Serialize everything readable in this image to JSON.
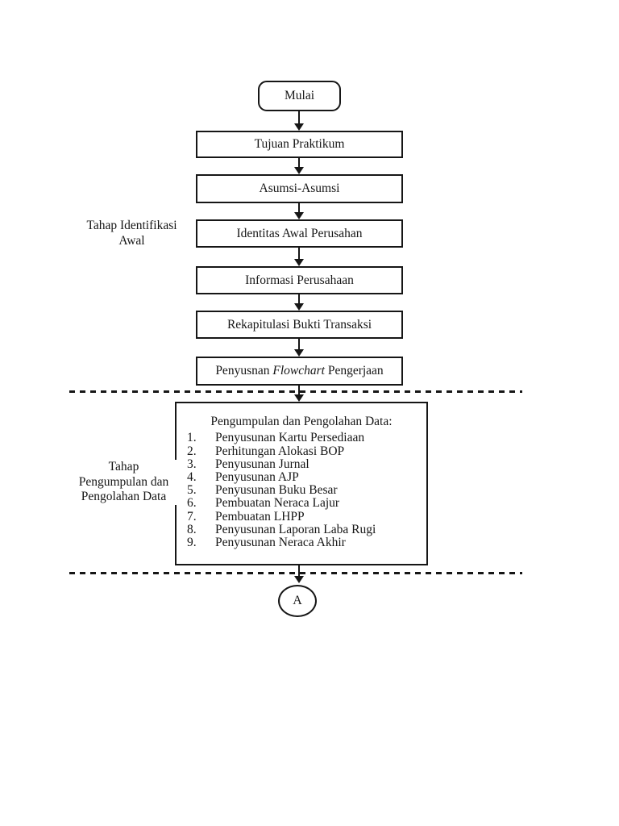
{
  "page": {
    "background": "#ffffff",
    "ink": "#161616"
  },
  "flowchart": {
    "terminator": {
      "label": "Mulai"
    },
    "steps": [
      {
        "label": "Tujuan Praktikum"
      },
      {
        "label": "Asumsi-Asumsi"
      },
      {
        "label": "Identitas Awal Perusahan"
      },
      {
        "label": "Informasi Perusahaan"
      },
      {
        "label": "Rekapitulasi Bukti Transaksi"
      }
    ],
    "flowchart_step": {
      "prefix": "Penyusnan ",
      "italic": "Flowchart",
      "suffix": " Pengerjaan"
    },
    "stage_labels": [
      {
        "line1": "Tahap Identifikasi",
        "line2": "Awal"
      },
      {
        "line1": "Tahap",
        "line2": "Pengumpulan dan",
        "line3": "Pengolahan Data"
      }
    ],
    "process_box": {
      "title": "Pengumpulan dan Pengolahan Data:",
      "items": [
        {
          "num": "1.",
          "text": "Penyusunan Kartu Persediaan"
        },
        {
          "num": "2.",
          "text": "Perhitungan Alokasi BOP"
        },
        {
          "num": "3.",
          "text": "Penyusunan Jurnal"
        },
        {
          "num": "4.",
          "text": "Penyusunan AJP"
        },
        {
          "num": "5.",
          "text": "Penyusunan Buku Besar"
        },
        {
          "num": "6.",
          "text": "Pembuatan Neraca Lajur"
        },
        {
          "num": "7.",
          "text": "Pembuatan LHPP"
        },
        {
          "num": "8.",
          "text": "Penyusunan Laporan Laba Rugi"
        },
        {
          "num": "9.",
          "text": "Penyusunan Neraca Akhir"
        }
      ]
    },
    "connector": {
      "label": "A"
    }
  }
}
